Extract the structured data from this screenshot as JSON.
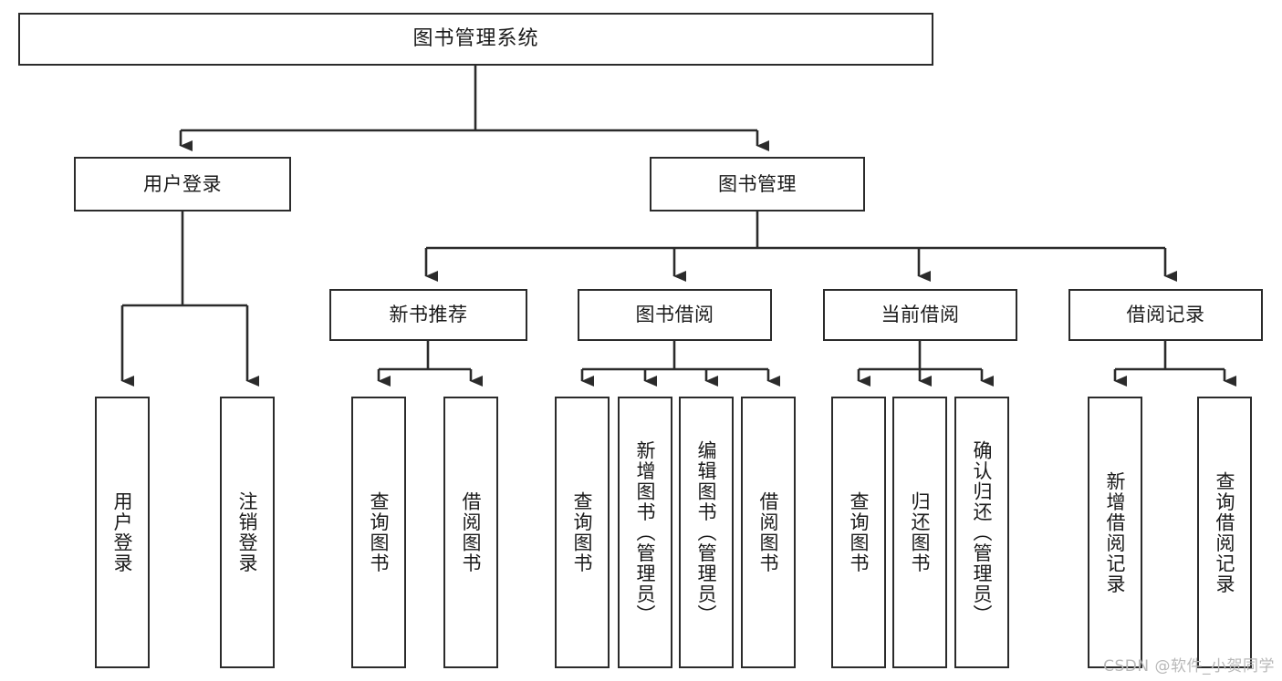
{
  "diagram": {
    "title": "图书管理系统",
    "type": "tree-hierarchy-diagram",
    "edge_color": "#2b2b2b",
    "node_border_color": "#2b2b2b",
    "node_fill_color": "#ffffff",
    "background_color": "#ffffff"
  },
  "nodes": {
    "root": {
      "label": "图书管理系统"
    },
    "level1": [
      {
        "id": "user-login",
        "label": "用户登录"
      },
      {
        "id": "book-management",
        "label": "图书管理"
      }
    ],
    "level2": [
      {
        "id": "new-book-recommend",
        "label": "新书推荐"
      },
      {
        "id": "book-borrow",
        "label": "图书借阅"
      },
      {
        "id": "current-borrow",
        "label": "当前借阅"
      },
      {
        "id": "borrow-record",
        "label": "借阅记录"
      }
    ],
    "leaves": {
      "user-login": [
        {
          "id": "leaf-user-login",
          "label": "用户登录"
        },
        {
          "id": "leaf-logout-login",
          "label": "注销登录"
        }
      ],
      "new-book-recommend": [
        {
          "id": "leaf-query-book-1",
          "label": "查询图书"
        },
        {
          "id": "leaf-borrow-book-1",
          "label": "借阅图书"
        }
      ],
      "book-borrow": [
        {
          "id": "leaf-query-book-2",
          "label": "查询图书"
        },
        {
          "id": "leaf-add-book",
          "label": "新增图书（管理员）"
        },
        {
          "id": "leaf-edit-book",
          "label": "编辑图书（管理员）"
        },
        {
          "id": "leaf-borrow-book-2",
          "label": "借阅图书"
        }
      ],
      "current-borrow": [
        {
          "id": "leaf-query-book-3",
          "label": "查询图书"
        },
        {
          "id": "leaf-return-book",
          "label": "归还图书"
        },
        {
          "id": "leaf-confirm-return",
          "label": "确认归还（管理员）"
        }
      ],
      "borrow-record": [
        {
          "id": "leaf-add-record",
          "label": "新增借阅记录"
        },
        {
          "id": "leaf-query-record",
          "label": "查询借阅记录"
        }
      ]
    }
  },
  "watermark": {
    "text": "CSDN @软件_小贺同学"
  }
}
